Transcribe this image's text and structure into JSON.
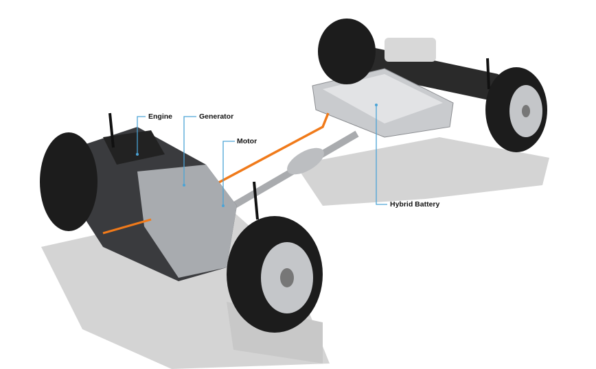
{
  "labels": {
    "engine": "Engine",
    "generator": "Generator",
    "motor": "Motor",
    "battery": "Hybrid Battery"
  },
  "colors": {
    "callout": "#4aa3d6",
    "cable": "#f07a1a",
    "tire": "#1c1c1c",
    "shadow": "#cfcfcf",
    "metal": "#b9bcc0"
  }
}
